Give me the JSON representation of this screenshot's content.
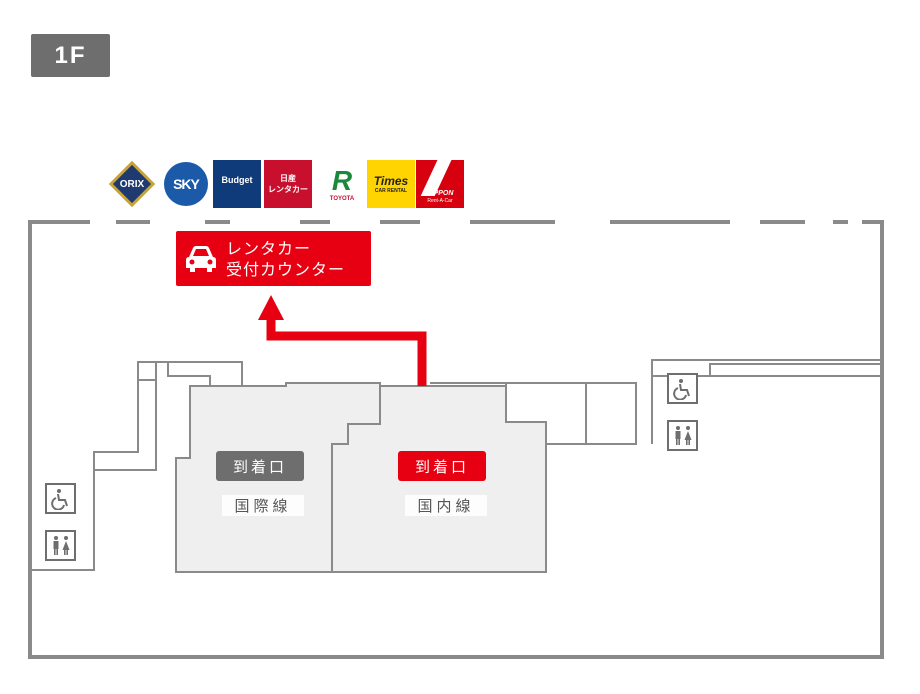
{
  "floor": {
    "label": "1F"
  },
  "rental_companies": [
    {
      "name": "ORIX Rent-A-Car",
      "logo_text": "ORIX"
    },
    {
      "name": "SKY Rent-A-Car",
      "logo_text": "SKY"
    },
    {
      "name": "Budget",
      "logo_text": "Budget"
    },
    {
      "name": "日産レンタカー",
      "logo_text_1": "日産",
      "logo_text_2": "レンタカー"
    },
    {
      "name": "TOYOTA Rent a Car",
      "logo_text": "R",
      "logo_sub": "TOYOTA"
    },
    {
      "name": "Times CAR RENTAL",
      "logo_text": "Times",
      "logo_sub": "CAR RENTAL"
    },
    {
      "name": "NIPPON Rent-A-Car",
      "logo_text": "NIPPON",
      "logo_sub": "Rent-A-Car"
    }
  ],
  "rental_counter": {
    "line1": "レンタカー",
    "line2": "受付カウンター",
    "icon": "car-icon"
  },
  "zones": {
    "international": {
      "badge": "到着口",
      "label": "国際線",
      "badge_color": "#6e6e6e"
    },
    "domestic": {
      "badge": "到着口",
      "label": "国内線",
      "badge_color": "#e60012"
    }
  },
  "facilities": {
    "left": [
      "wheelchair-icon",
      "restroom-icon"
    ],
    "right": [
      "wheelchair-icon",
      "restroom-icon"
    ]
  },
  "colors": {
    "accent": "#e60012",
    "wall": "#8a8a8a",
    "zone_fill": "#efefef",
    "badge_gray": "#6e6e6e"
  }
}
